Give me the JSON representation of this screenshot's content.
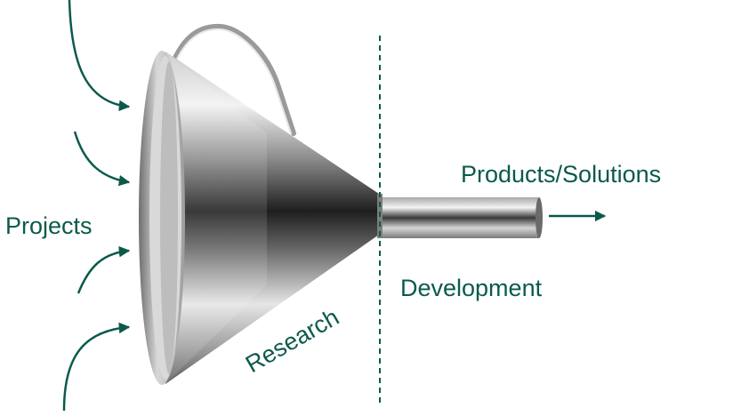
{
  "labels": {
    "projects": "Projects",
    "research": "Research",
    "development": "Development",
    "output": "Products/Solutions"
  },
  "colors": {
    "ink": "#0b5a4c",
    "text_dark": "#1f3b35"
  },
  "icons": [
    "funnel-icon"
  ]
}
